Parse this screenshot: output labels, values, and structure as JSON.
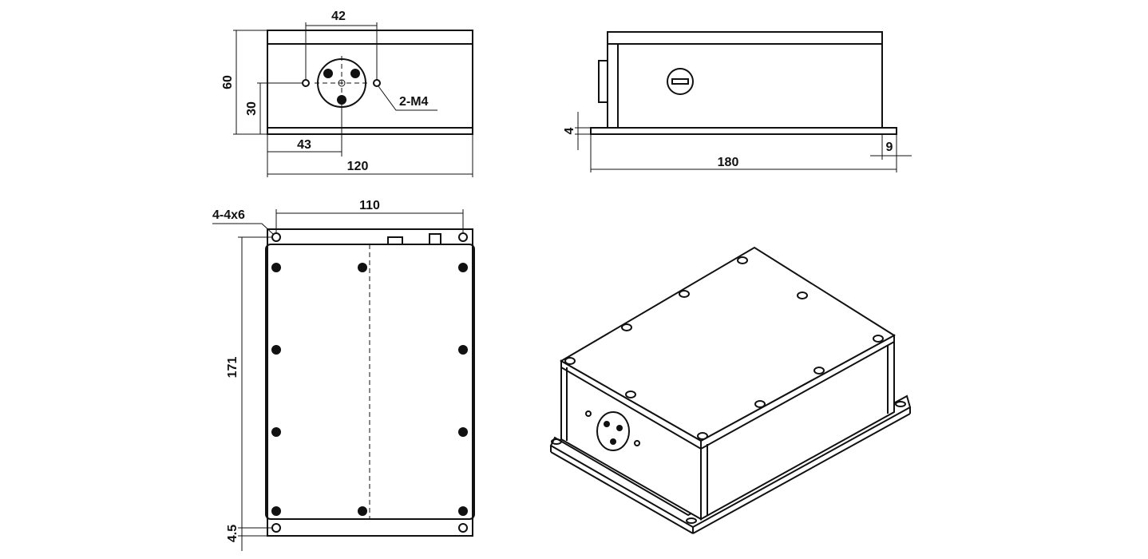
{
  "front_view": {
    "dim_height": "60",
    "dim_connector_center_height": "30",
    "dim_hole_spacing": "42",
    "dim_connector_offset": "43",
    "dim_width": "120",
    "callout_threads": "2-M4"
  },
  "side_view": {
    "dim_flange_thickness": "4",
    "dim_flange_overhang": "9",
    "dim_length": "180"
  },
  "top_view": {
    "callout_mount_holes": "4-4x6",
    "dim_hole_spacing_width": "110",
    "dim_hole_spacing_length": "171",
    "dim_hole_edge_offset": "4.5"
  }
}
